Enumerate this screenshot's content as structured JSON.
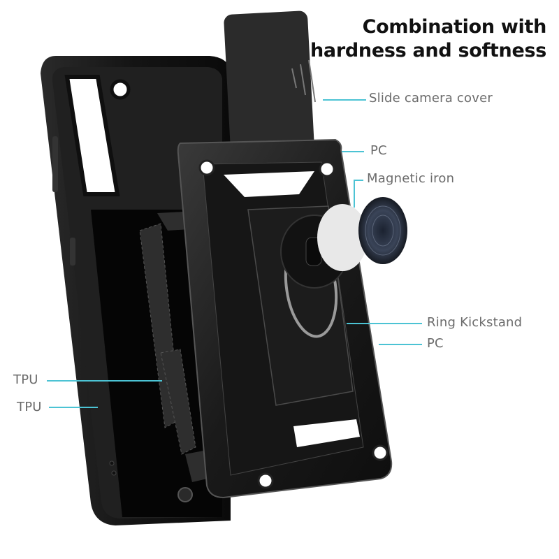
{
  "headline": {
    "line1": "Combination with",
    "line2": "hardness and softness"
  },
  "callouts": {
    "slide_camera_cover": "Slide camera cover",
    "pc_top": "PC",
    "magnetic_iron": "Magnetic iron",
    "ring_kickstand": "Ring Kickstand",
    "pc_bottom": "PC",
    "tpu_upper": "TPU",
    "tpu_lower": "TPU"
  },
  "colors": {
    "callout_line": "#4cc3d4",
    "label_text": "#6b6b6b",
    "title_text": "#111111",
    "case_black": "#1c1c1c"
  },
  "product": {
    "components": [
      "tpu-case-shell",
      "slide-camera-cover",
      "pc-armor-frame",
      "ring-kickstand",
      "magnetic-iron-plate",
      "adhesive-pad"
    ]
  }
}
